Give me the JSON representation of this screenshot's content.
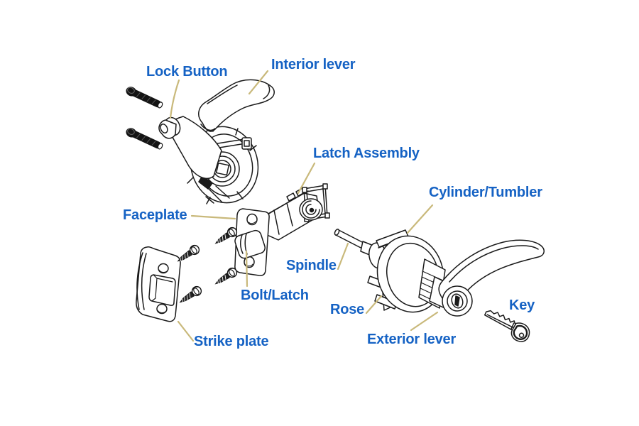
{
  "diagram": {
    "labels": [
      {
        "id": "lock-button",
        "text": "Lock Button"
      },
      {
        "id": "interior-lever",
        "text": "Interior lever"
      },
      {
        "id": "latch-assembly",
        "text": "Latch Assembly"
      },
      {
        "id": "cylinder-tumbler",
        "text": "Cylinder/Tumbler"
      },
      {
        "id": "faceplate",
        "text": "Faceplate"
      },
      {
        "id": "spindle",
        "text": "Spindle"
      },
      {
        "id": "bolt-latch",
        "text": "Bolt/Latch"
      },
      {
        "id": "rose",
        "text": "Rose"
      },
      {
        "id": "key",
        "text": "Key"
      },
      {
        "id": "strike-plate",
        "text": "Strike plate"
      },
      {
        "id": "exterior-lever",
        "text": "Exterior lever"
      }
    ],
    "colors": {
      "label_text": "#1562c4",
      "leader_line": "#c9b97b",
      "line_art": "#1a1a1a",
      "background": "#ffffff"
    }
  }
}
